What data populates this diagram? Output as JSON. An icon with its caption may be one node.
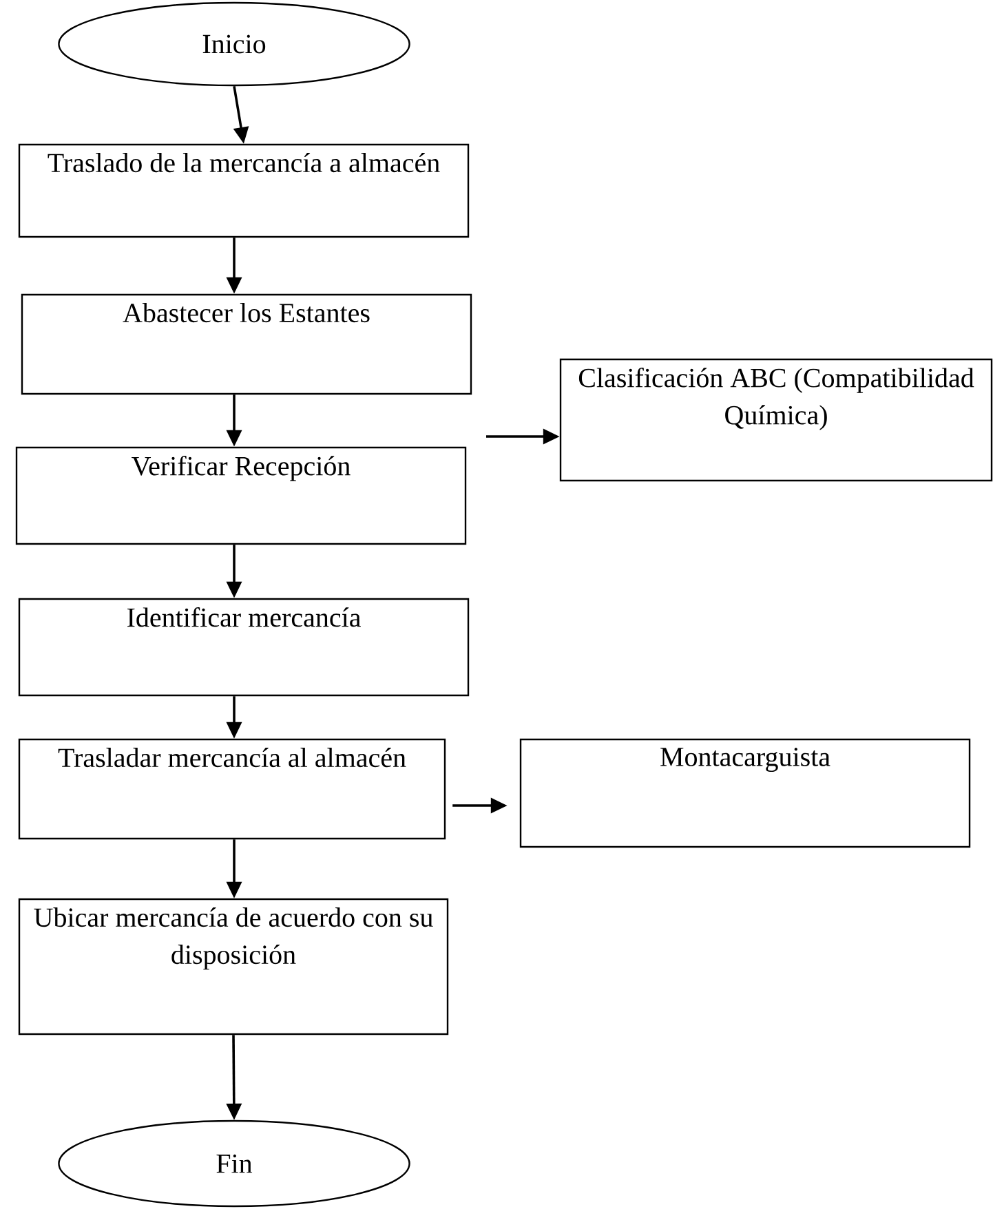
{
  "diagram": {
    "nodes": [
      {
        "text": [
          "Inicio"
        ]
      },
      {
        "text": [
          "Traslado de la mercancía a almacén"
        ]
      },
      {
        "text": [
          "Abastecer los Estantes"
        ]
      },
      {
        "text": [
          "Clasificación ABC (Compatibilidad Química)"
        ]
      },
      {
        "text": [
          "Verificar Recepción"
        ]
      },
      {
        "text": [
          "Identificar mercancía"
        ]
      },
      {
        "text": [
          "Trasladar mercancía al almacén"
        ]
      },
      {
        "text": [
          "Montacarguista"
        ]
      },
      {
        "text": [
          "Ubicar mercancía de acuerdo con su disposición"
        ]
      },
      {
        "text": [
          "Fin"
        ]
      }
    ],
    "edges": [
      {
        "from": 0,
        "to": 1,
        "arrow": "to"
      },
      {
        "from": 1,
        "to": 2,
        "arrow": "to"
      },
      {
        "from": 2,
        "to": 4,
        "arrow": "to"
      },
      {
        "from": null,
        "to": 3,
        "arrow": "to"
      },
      {
        "from": 4,
        "to": 5,
        "arrow": "to"
      },
      {
        "from": 5,
        "to": 6,
        "arrow": "to"
      },
      {
        "from": 6,
        "to": 7,
        "arrow": "to"
      },
      {
        "from": 6,
        "to": 8,
        "arrow": "to"
      },
      {
        "from": 8,
        "to": 9,
        "arrow": "to"
      }
    ]
  }
}
